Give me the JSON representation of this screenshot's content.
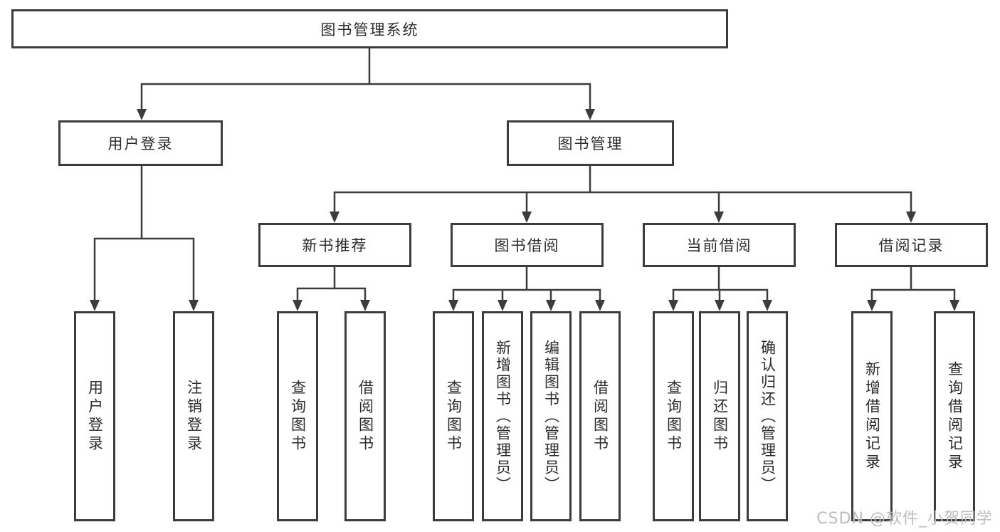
{
  "diagram": {
    "root": "图书管理系统",
    "level2": [
      "用户登录",
      "图书管理"
    ],
    "level3": [
      "新书推荐",
      "图书借阅",
      "当前借阅",
      "借阅记录"
    ],
    "leaves": {
      "user_login": [
        "用户登录",
        "注销登录"
      ],
      "new_book_recommend": [
        "查询图书",
        "借阅图书"
      ],
      "book_borrow": [
        "查询图书",
        "新增图书（管理员）",
        "编辑图书（管理员）",
        "借阅图书"
      ],
      "current_borrow": [
        "查询图书",
        "归还图书",
        "确认归还（管理员）"
      ],
      "borrow_record": [
        "新增借阅记录",
        "查询借阅记录"
      ]
    }
  },
  "watermark": {
    "text": "CSDN @软件_小贺同学"
  },
  "colors": {
    "line": "#3c3c3c",
    "text": "#2b2b2b",
    "watermark": "#bdbdbd",
    "background": "#ffffff"
  }
}
